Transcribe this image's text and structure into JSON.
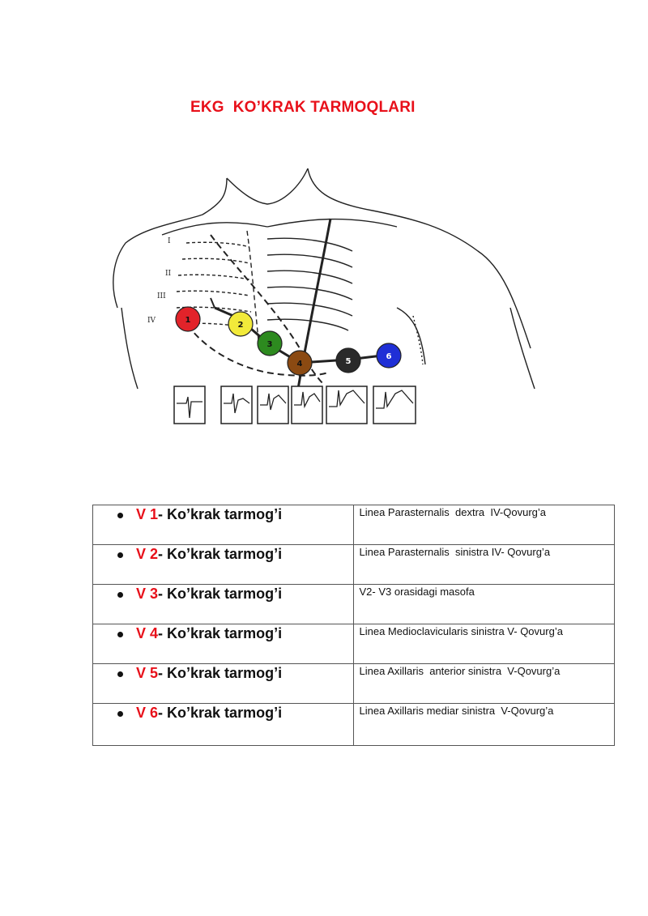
{
  "document": {
    "title": "EKG  KO’KRAK TARMOQLARI"
  },
  "figure": {
    "rib_labels": [
      "I",
      "II",
      "III",
      "IV"
    ],
    "electrodes": [
      {
        "label": "1",
        "color": "#e2232a"
      },
      {
        "label": "2",
        "color": "#f2ea3a"
      },
      {
        "label": "3",
        "color": "#2d8a1f"
      },
      {
        "label": "4",
        "color": "#8b4a12"
      },
      {
        "label": "5",
        "color": "#2a2a2a"
      },
      {
        "label": "6",
        "color": "#1f2fd6"
      }
    ]
  },
  "leads": [
    {
      "code": "V 1",
      "name": "- Ko’krak tarmog’i",
      "description": "Linea Parasternalis  dextra  IV-Qovurg’a"
    },
    {
      "code": "V 2",
      "name": "- Ko’krak tarmog’i",
      "description": "Linea Parasternalis  sinistra IV- Qovurg’a"
    },
    {
      "code": "V 3",
      "name": "- Ko’krak tarmog’i",
      "description": "V2- V3 orasidagi masofa"
    },
    {
      "code": "V 4",
      "name": "- Ko’krak tarmog’i",
      "description": "Linea Medioclavicularis sinistra V- Qovurg’a"
    },
    {
      "code": "V 5",
      "name": "- Ko’krak tarmog’i",
      "description": "Linea Axillaris  anterior sinistra  V-Qovurg’a"
    },
    {
      "code": "V 6",
      "name": "- Ko’krak tarmog’i",
      "description": "Linea Axillaris mediar sinistra  V-Qovurg’a"
    }
  ]
}
